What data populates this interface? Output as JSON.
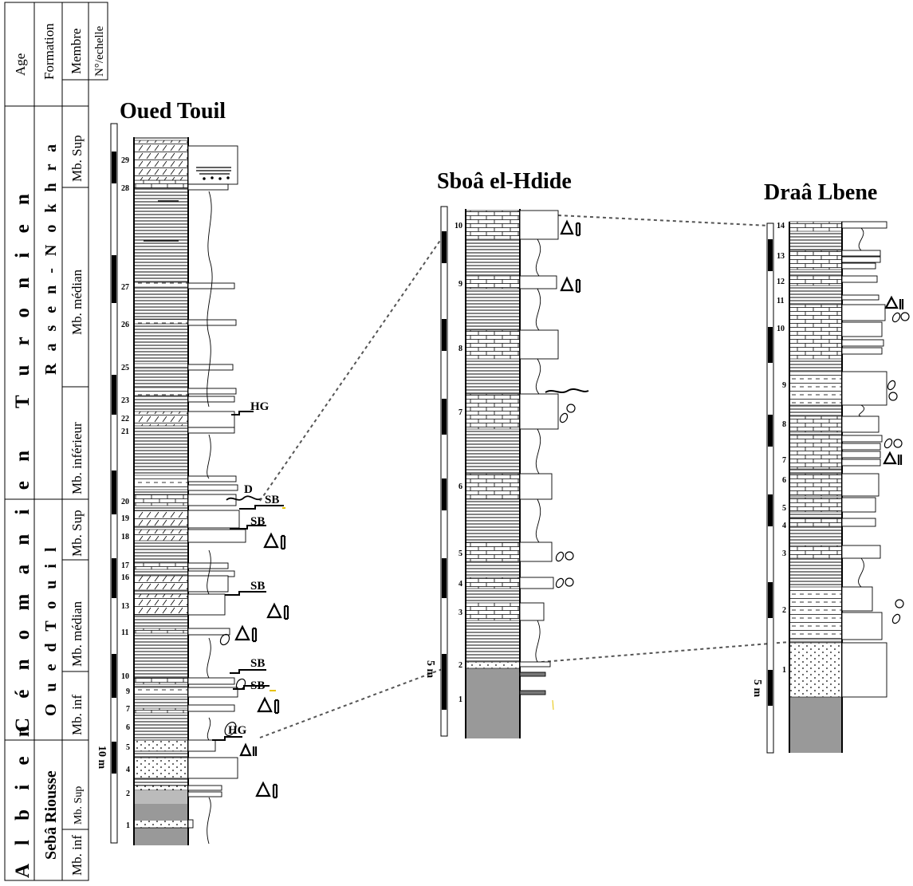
{
  "headers": {
    "age": "Age",
    "formation": "Formation",
    "membre": "Membre",
    "echelle": "N°/echelle"
  },
  "ages": {
    "albien": "A l b i e n",
    "cenomanien": "C é n o m a n i e n",
    "turonien": "T u r o n i e n"
  },
  "formations": {
    "seba": "Sebâ Riousse",
    "oued": "O u e d  T o u i l",
    "ras": "R a s  e n - N o k h r a"
  },
  "members": {
    "albien_inf": "Mb. inf",
    "albien_sup": "Mb. Sup",
    "cen_inf": "Mb. inf",
    "cen_median": "Mb. médian",
    "cen_sup": "Mb. Sup",
    "tur_inf": "Mb. inférieur",
    "tur_median": "Mb. médian",
    "tur_sup": "Mb. Sup"
  },
  "sections": {
    "oued_touil": {
      "title": "Oued Touil",
      "scale": "10 m"
    },
    "sboa": {
      "title": "Sboâ el-Hdide",
      "scale": "5 m"
    },
    "draa": {
      "title": "Draâ Lbene",
      "scale": "5 m"
    }
  },
  "annotations": {
    "hg": "HG",
    "sb": "SB",
    "d": "D"
  },
  "bed_numbers": {
    "oued_touil": [
      "1",
      "2",
      "4",
      "5",
      "6",
      "7",
      "9",
      "10",
      "11",
      "13",
      "16",
      "17",
      "18",
      "19",
      "20",
      "21",
      "22",
      "23",
      "25",
      "26",
      "27",
      "28",
      "29"
    ],
    "sboa": [
      "1",
      "2",
      "3",
      "4",
      "5",
      "6",
      "7",
      "8",
      "9",
      "10"
    ],
    "draa": [
      "1",
      "2",
      "3",
      "4",
      "5",
      "6",
      "7",
      "8",
      "9",
      "10",
      "11",
      "12",
      "13",
      "14"
    ]
  }
}
